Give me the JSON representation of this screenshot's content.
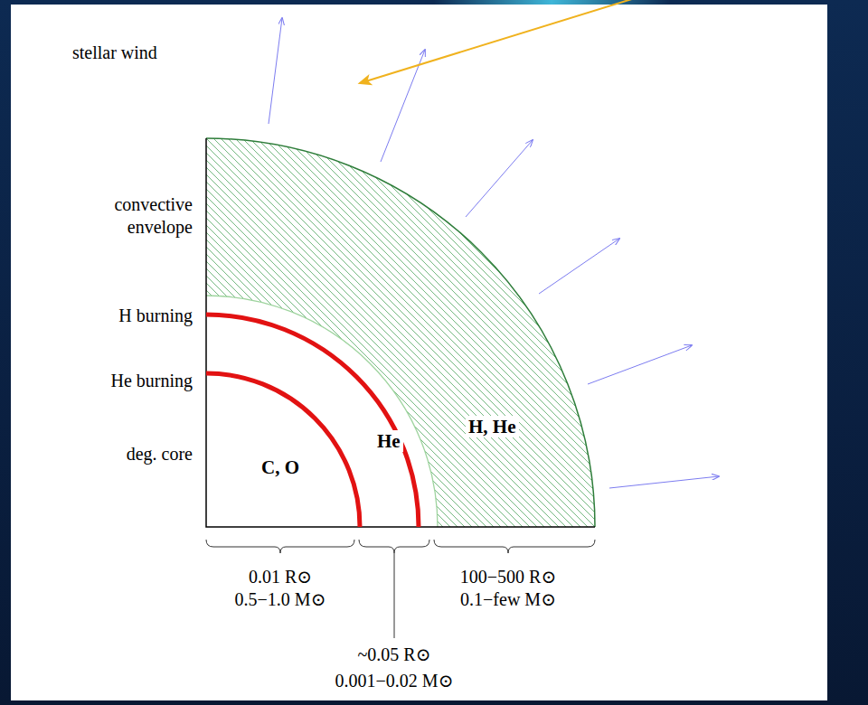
{
  "diagram": {
    "nodes": [
      {
        "text": [
          "H, He"
        ]
      },
      {
        "text": [
          "He"
        ],
        "in": 0
      },
      {
        "text": [
          "C, O"
        ],
        "in": 1
      }
    ],
    "labels": [
      "stellar wind",
      "convective envelope",
      "H burning",
      "He burning",
      "deg. core",
      "0.01 R⊙",
      "0.5−1.0 M⊙",
      "~0.05 R⊙",
      "0.001−0.02 M⊙",
      "100−500 R⊙",
      "0.1−few M⊙"
    ]
  }
}
